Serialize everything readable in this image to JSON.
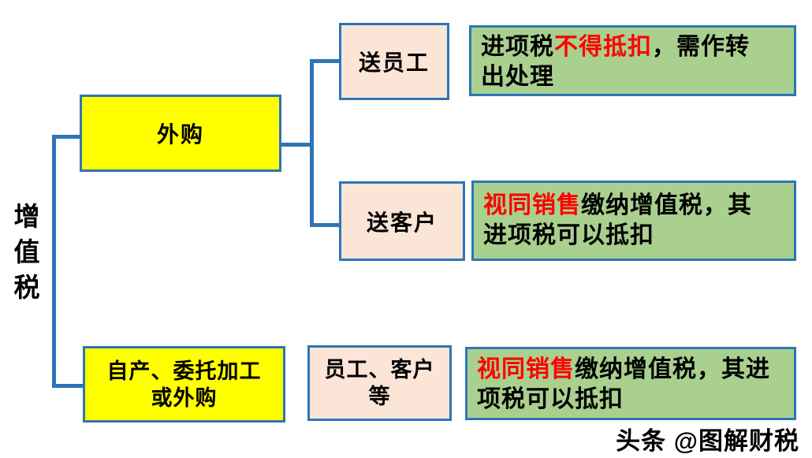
{
  "colors": {
    "connector_blue": "#2e75b6",
    "box_yellow": "#ffff00",
    "box_pink": "#fbe5d6",
    "box_green": "#a9d08e",
    "highlight_red": "#ff0000",
    "text_black": "#000000",
    "background": "#ffffff"
  },
  "root": {
    "label": "增值税"
  },
  "nodes": {
    "purchase": {
      "label": "外购"
    },
    "self_produce": {
      "label": "自产、委托加工\n或外购"
    },
    "to_employees": {
      "label": "送员工"
    },
    "to_customers": {
      "label": "送客户"
    },
    "employees_customers": {
      "label": "员工、客户\n等"
    }
  },
  "notes": {
    "employees_note": {
      "segments": [
        {
          "text": "进项税",
          "color": "#000000"
        },
        {
          "text": "不得抵扣",
          "color": "#ff0000"
        },
        {
          "text": "，需作转\n出处理",
          "color": "#000000"
        }
      ]
    },
    "customers_note": {
      "segments": [
        {
          "text": "视同销售",
          "color": "#ff0000"
        },
        {
          "text": "缴纳增值税，其\n进项税可以抵扣",
          "color": "#000000"
        }
      ]
    },
    "deemed_sale_note": {
      "segments": [
        {
          "text": "视同销售",
          "color": "#ff0000"
        },
        {
          "text": "缴纳增值税，其进\n项税可以抵扣",
          "color": "#000000"
        }
      ]
    }
  },
  "watermark": {
    "text": "头条 @图解财税"
  }
}
